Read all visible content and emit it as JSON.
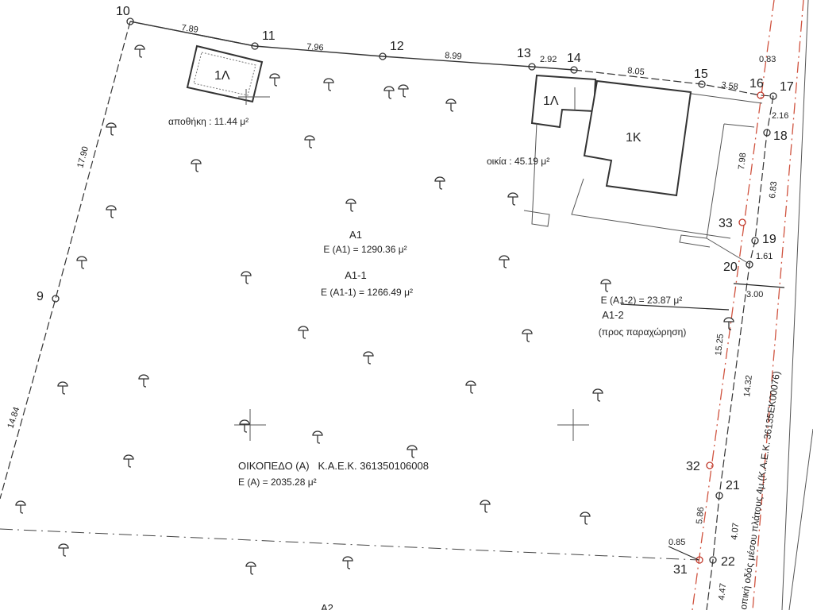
{
  "points": {
    "p9": "9",
    "p10": "10",
    "p11": "11",
    "p12": "12",
    "p13": "13",
    "p14": "14",
    "p15": "15",
    "p16": "16",
    "p17": "17",
    "p18": "18",
    "p19": "19",
    "p20": "20",
    "p21": "21",
    "p22": "22",
    "p31": "31",
    "p32": "32",
    "p33": "33"
  },
  "dimensions": {
    "d10_11": "7.89",
    "d11_12": "7.96",
    "d12_13": "8.99",
    "d13_14": "2.92",
    "d14_15": "8.05",
    "d15_16": "3.58",
    "d16_17": "0.83",
    "d17_18": "2.16",
    "d18_19": "6.83",
    "d_house": "7.98",
    "d19_20": "1.61",
    "d_road": "3.00",
    "d_1525": "15.25",
    "d_1432": "14.32",
    "d_586": "5.86",
    "d_407": "4.07",
    "d_085": "0.85",
    "d_447": "4.47",
    "d10_9": "17.90",
    "d9_sw": "14.84"
  },
  "buildings": {
    "storage_label": "1Λ",
    "storage_area": "αποθήκη : 11.44 μ²",
    "house_1l": "1Λ",
    "house_1k": "1Κ",
    "house_area": "οικία : 45.19 μ²"
  },
  "areas": {
    "a1_title": "Α1",
    "a1_area": "Ε (Α1) = 1290.36 μ²",
    "a11_title": "Α1-1",
    "a11_area": "Ε (Α1-1) = 1266.49 μ²",
    "a12_area": "Ε (Α1-2) = 23.87 μ²",
    "a12_title": "Α1-2",
    "a12_note": "(προς παραχώρηση)",
    "plot_title": "ΟΙΚΟΠΕΔΟ (Α)   Κ.Α.Ε.Κ. 361350106008",
    "plot_area": "Ε (Α) = 2035.28 μ²",
    "a2_title": "Α2"
  },
  "road_label": "οπική οδός μέσου πλάτους 4μ.(Κ.Α.Ε.Κ. 36135ΕΚ00076)",
  "colors": {
    "line": "#333333",
    "red_line": "#d0533f"
  }
}
